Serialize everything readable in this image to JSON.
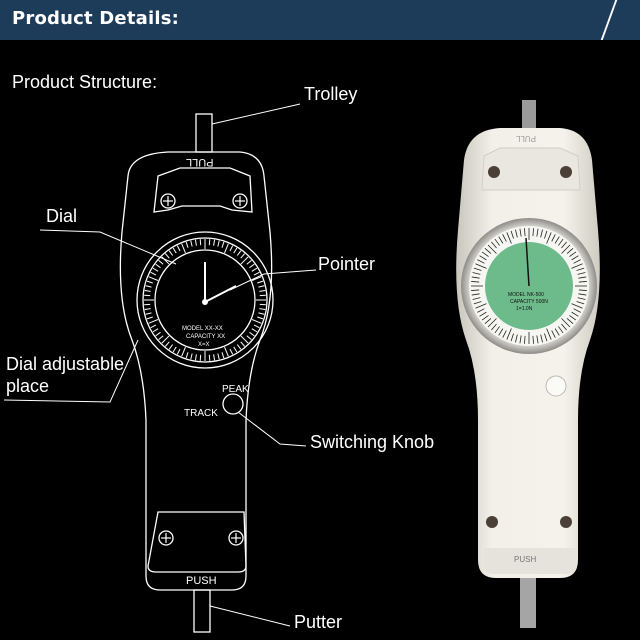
{
  "header": {
    "title": "Product Details:"
  },
  "section": {
    "title": "Product Structure:"
  },
  "callouts": {
    "trolley": "Trolley",
    "dial": "Dial",
    "pointer": "Pointer",
    "dial_adjustable_line1": "Dial adjustable",
    "dial_adjustable_line2": "place",
    "switching_knob": "Switching Knob",
    "putter": "Putter"
  },
  "diagram": {
    "pull": "PULL",
    "push": "PUSH",
    "peak": "PEAK",
    "track": "TRACK",
    "model": "MODEL XX-XX",
    "capacity": "CAPACITY XX",
    "unit": "X=X"
  },
  "photo": {
    "model": "MODEL NK-500",
    "capacity": "CAPACITY 500N",
    "unit": "1=1.0N",
    "push": "PUSH",
    "pull": "PULL",
    "dial_green": "#6dbb8a",
    "body_color": "#f2f0e8"
  }
}
